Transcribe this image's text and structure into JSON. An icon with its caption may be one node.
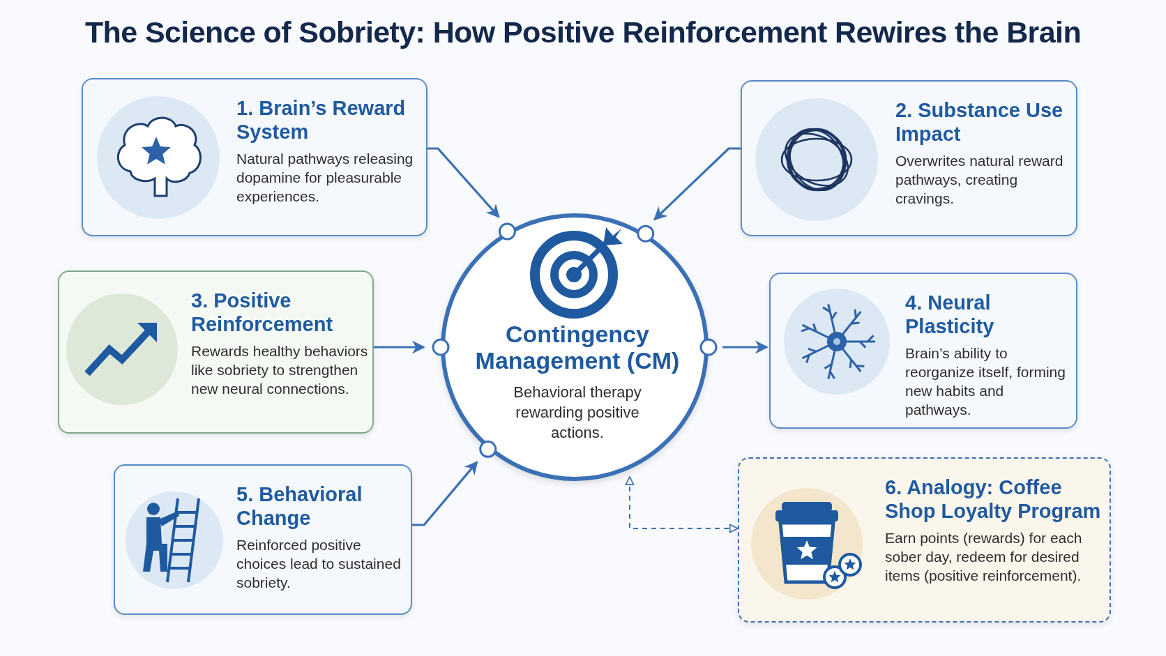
{
  "diagram": {
    "title": "The Science of Sobriety: How Positive Reinforcement Rewires the Brain",
    "nodes": [
      {
        "text": [
          "1. Brain’s Reward System",
          "Natural pathways releasing dopamine for pleasurable experiences."
        ]
      },
      {
        "text": [
          "2. Substance Use Impact",
          "Overwrites natural reward pathways, creating cravings."
        ]
      },
      {
        "text": [
          "Contingency Management (CM)",
          "Behavioral therapy rewarding positive actions."
        ]
      },
      {
        "text": [
          "3. Positive Reinforcement",
          "Rewards healthy behaviors like sobriety to strengthen new neural connections."
        ]
      },
      {
        "text": [
          "4. Neural Plasticity",
          "Brain’s ability to reorganize itself, forming new habits and pathways."
        ]
      },
      {
        "text": [
          "5. Behavioral Change",
          "Reinforced positive choices lead to sustained sobriety."
        ]
      },
      {
        "text": [
          "6. Analogy: Coffee Shop Loyalty Program",
          "Earn points (rewards) for each sober day, redeem for desired items (positive reinforcement)."
        ]
      }
    ],
    "edges": [
      {
        "from": 0,
        "to": 2,
        "arrow": "to"
      },
      {
        "from": 1,
        "to": 2,
        "arrow": "to"
      },
      {
        "from": 3,
        "to": 2,
        "arrow": "to"
      },
      {
        "from": 2,
        "to": 4,
        "arrow": "to"
      },
      {
        "from": 5,
        "to": 2,
        "arrow": "to"
      },
      {
        "from": 6,
        "to": 2,
        "arrow": "both",
        "style": "dashed"
      }
    ]
  }
}
